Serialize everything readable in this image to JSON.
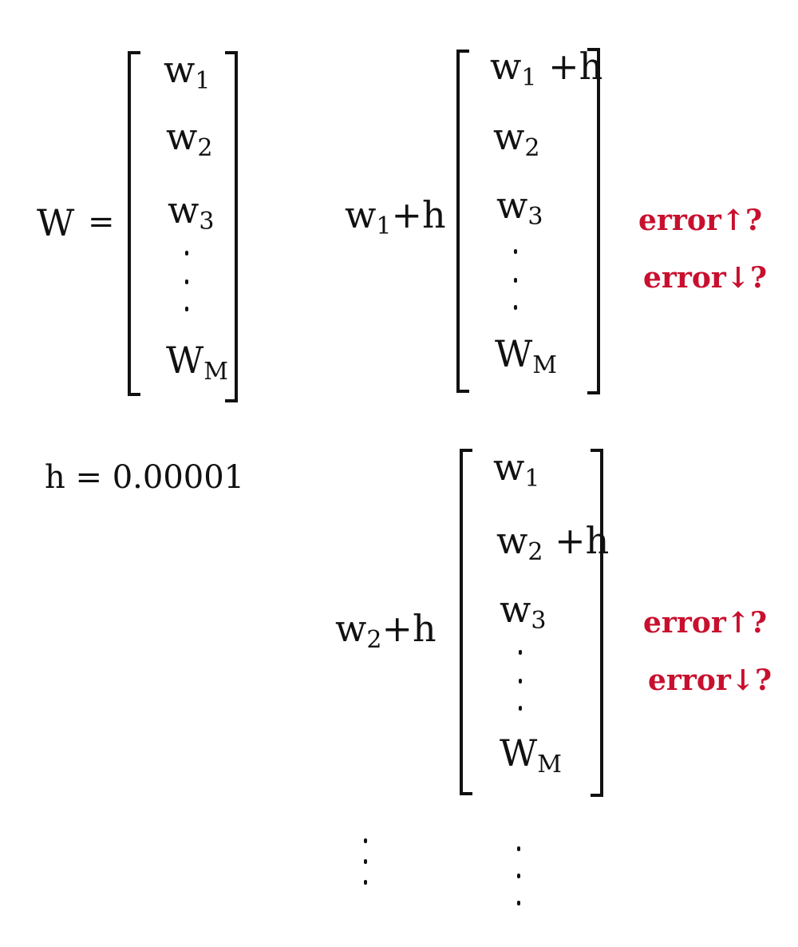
{
  "vector_def": {
    "lhs": "W",
    "equals": "=",
    "entries": [
      "w1",
      "w2",
      "w3",
      "wM"
    ]
  },
  "h_def": "h = 0.00001",
  "perturb_1": {
    "label": "w1+h",
    "entries": [
      "w1 +h",
      "w2",
      "w3",
      "wM"
    ],
    "notes": [
      "error↑?",
      "error↓?"
    ]
  },
  "perturb_2": {
    "label": "w2+h",
    "entries": [
      "w1",
      "w2 +h",
      "w3",
      "wM"
    ],
    "notes": [
      "error↑?",
      "error↓?"
    ]
  }
}
